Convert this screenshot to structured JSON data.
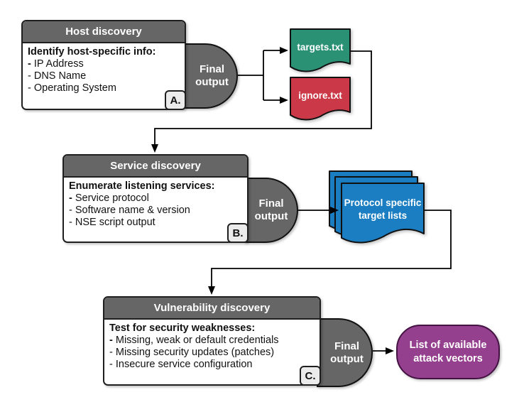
{
  "diagram": {
    "phases": [
      {
        "title": "Host discovery",
        "heading": "Identify host-specific info:",
        "items": [
          "IP Address",
          "DNS Name",
          "Operating System"
        ],
        "badge": "A.",
        "output_label": "Final output"
      },
      {
        "title": "Service discovery",
        "heading": "Enumerate listening services:",
        "items": [
          "Service protocol",
          "Software name & version",
          "NSE script output"
        ],
        "badge": "B.",
        "output_label": "Final output"
      },
      {
        "title": "Vulnerability discovery",
        "heading": "Test for security weaknesses:",
        "items": [
          "Missing, weak or default credentials",
          "Missing security updates (patches)",
          "Insecure service configuration"
        ],
        "badge": "C.",
        "output_label": "Final output"
      }
    ],
    "artifacts": {
      "targets_file": {
        "label": "targets.txt",
        "color": "#2b9175"
      },
      "ignore_file": {
        "label": "ignore.txt",
        "color": "#cb3847"
      },
      "protocol_lists": {
        "label": "Protocol specific target lists",
        "color": "#1b7ec2"
      },
      "attack_vectors": {
        "label": "List of available attack vectors",
        "fill": "#95408f",
        "border": "#451343"
      }
    },
    "colors": {
      "phase_header": "#666666",
      "final_output_shape": "#666666",
      "badge_bg": "#ebebeb",
      "outline": "#1f1f1f",
      "connector": "#000000",
      "background": "#ffffff"
    }
  }
}
